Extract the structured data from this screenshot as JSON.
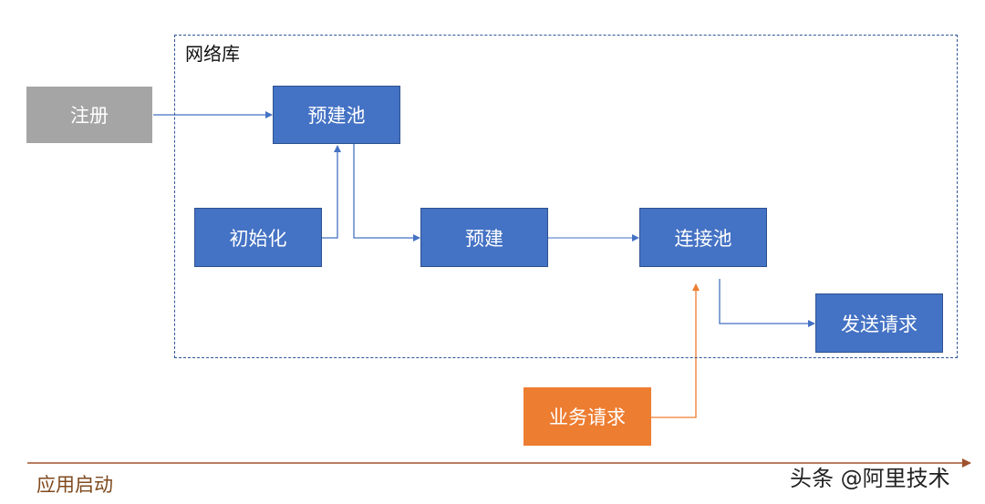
{
  "group": {
    "label": "网络库"
  },
  "nodes": {
    "register": "注册",
    "prebuild_pool": "预建池",
    "init": "初始化",
    "prebuild": "预建",
    "conn_pool": "连接池",
    "send_request": "发送请求",
    "biz_request": "业务请求"
  },
  "timeline": {
    "label": "应用启动"
  },
  "watermark": "头条 @阿里技术",
  "colors": {
    "node_blue": "#4472C4",
    "node_gray": "#A5A5A5",
    "node_orange": "#ED7D31",
    "arrow_blue": "#4472C4",
    "arrow_orange": "#ED7D31",
    "timeline": "#A0522D"
  }
}
